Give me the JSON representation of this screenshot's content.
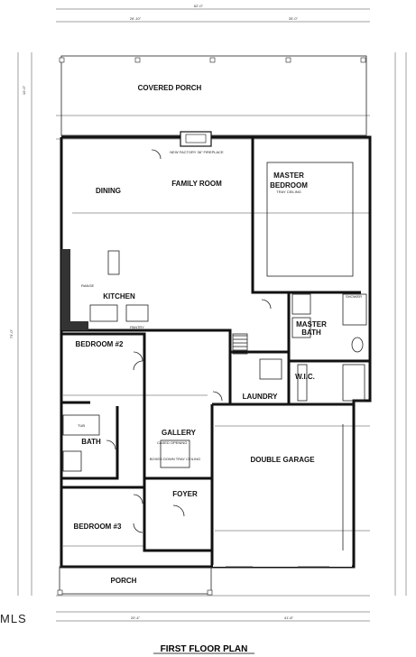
{
  "title": "FIRST FLOOR PLAN",
  "watermark": "MLS",
  "rooms": {
    "covered_porch": "COVERED PORCH",
    "dining": "DINING",
    "family_room": "FAMILY ROOM",
    "master_bedroom": "MASTER",
    "master_bedroom_2": "BEDROOM",
    "tray_ceiling": "TRAY CEILING",
    "kitchen": "KITCHEN",
    "bedroom2": "BEDROOM #2",
    "master_bath": "MASTER",
    "master_bath_2": "BATH",
    "wic": "W.I.C.",
    "laundry": "LAUNDRY",
    "gallery": "GALLERY",
    "bath": "BATH",
    "double_garage": "DOUBLE GARAGE",
    "foyer": "FOYER",
    "bedroom3": "BEDROOM #3",
    "porch": "PORCH"
  },
  "notes": {
    "fireplace": "NEW FACTORY 36\" FIREPLACE",
    "pantry": "PANTRY",
    "range": "RANGE",
    "boxed_down": "BOXED DOWN TRAY CEILING",
    "cased_opening": "CASED OPENING",
    "shower": "SHOWER",
    "tub": "TUB"
  },
  "dimensions": {
    "overall_width": "62'-0\"",
    "top_left": "26'-10\"",
    "top_right": "35'-0\"",
    "porch_depth": "10'-0\"",
    "side_total": "73'-0\"",
    "bottom_left": "20'-4\"",
    "bottom_right": "41'-8\""
  }
}
